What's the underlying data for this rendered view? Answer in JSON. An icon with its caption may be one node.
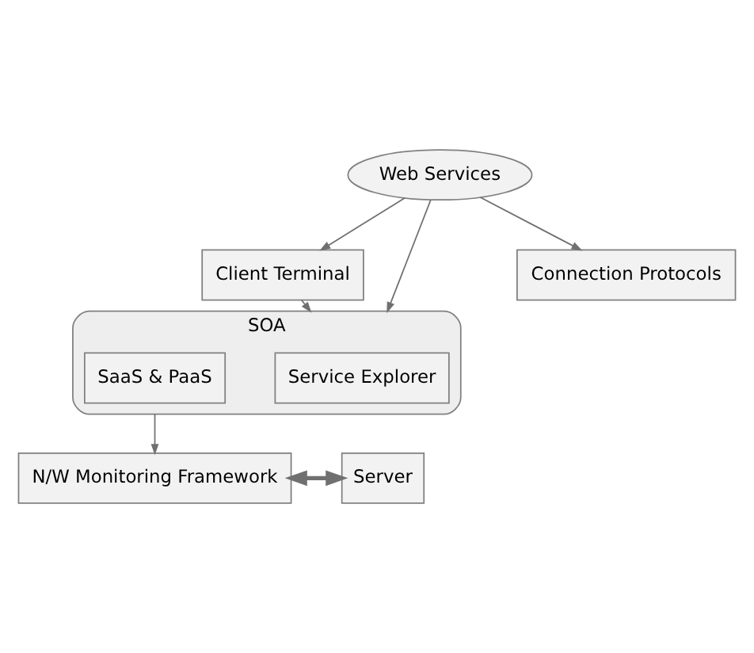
{
  "diagram": {
    "nodes": [
      {
        "text": [
          "Client Terminal"
        ]
      },
      {
        "text": [
          "SOA"
        ]
      },
      {
        "text": [
          "Service Explorer"
        ],
        "in": 1
      },
      {
        "text": [
          "SaaS & PaaS"
        ],
        "in": 1
      },
      {
        "text": [
          "Web Services"
        ]
      },
      {
        "text": [
          "Connection Protocols"
        ]
      },
      {
        "text": [
          "N/W Monitoring Framework"
        ]
      },
      {
        "text": [
          "Server"
        ]
      }
    ],
    "edges": [
      {
        "from": 4,
        "to": 0,
        "arrow": "to"
      },
      {
        "from": 0,
        "to": 1,
        "arrow": "to"
      },
      {
        "from": 4,
        "to": 1,
        "arrow": "to"
      },
      {
        "from": 4,
        "to": 5,
        "arrow": "to"
      },
      {
        "from": 1,
        "to": 6,
        "arrow": "to"
      },
      {
        "from": 6,
        "to": 7,
        "arrow": "both",
        "style": "thick"
      }
    ]
  }
}
